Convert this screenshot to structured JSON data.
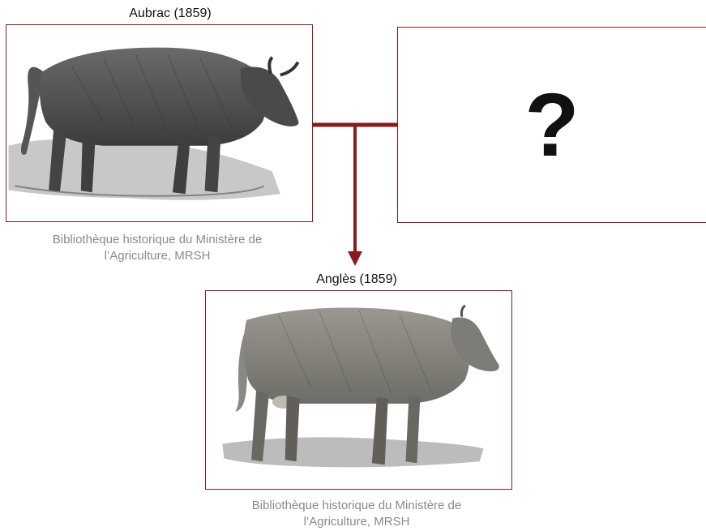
{
  "parent_left": {
    "title": "Aubrac (1859)",
    "caption_line1": "Bibliothèque historique du Ministère de",
    "caption_line2": "l’Agriculture, MRSH",
    "image": "engraving of a bull"
  },
  "parent_right": {
    "label": "?"
  },
  "child": {
    "title": "Anglès (1859)",
    "caption_line1": "Bibliothèque historique du Ministère de",
    "caption_line2": "l’Agriculture, MRSH",
    "image": "engraving of a cow"
  },
  "colors": {
    "connector": "#8b1a1a",
    "frame": "#8b1a1a",
    "caption": "#8a8a8a"
  }
}
